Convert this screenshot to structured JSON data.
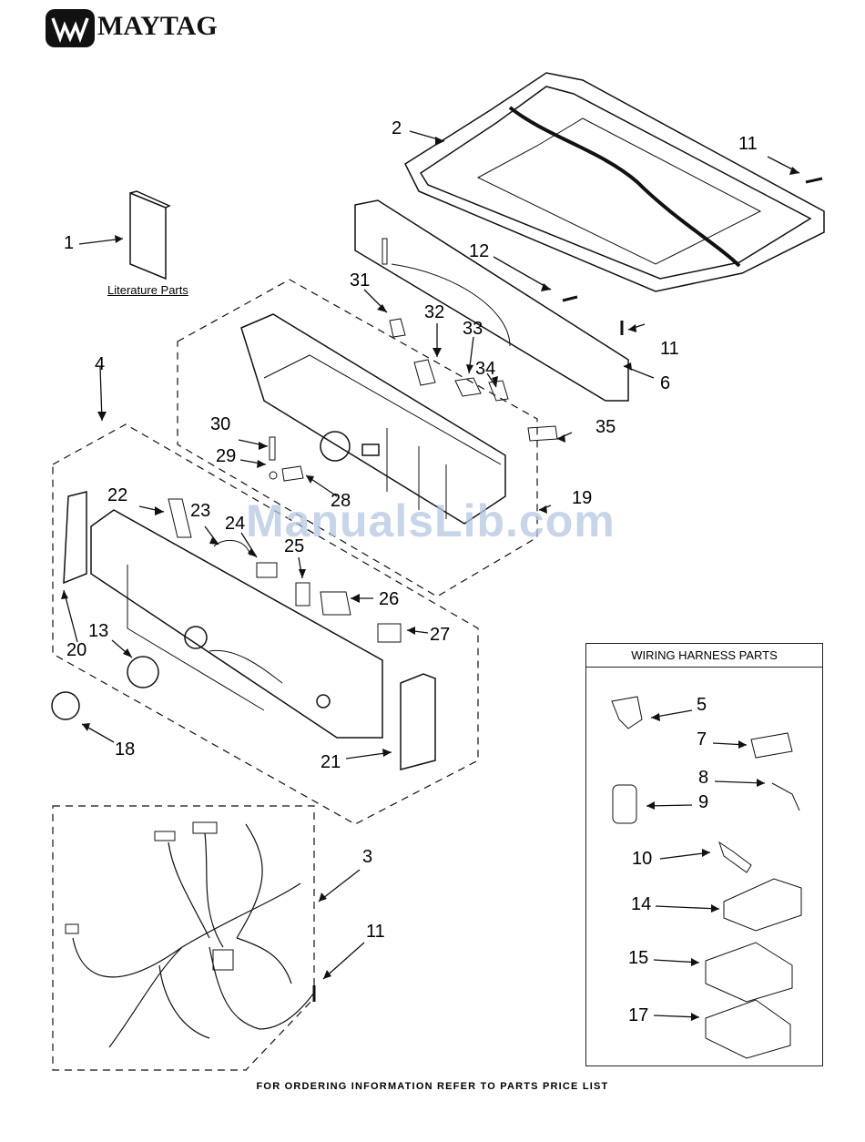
{
  "brand": {
    "name": "MAYTAG",
    "logo_icon": "maytag-m-logo-icon"
  },
  "literature_label": "Literature Parts",
  "harness_box": {
    "title": "WIRING HARNESS PARTS"
  },
  "callouts": {
    "c1": "1",
    "c2": "2",
    "c3": "3",
    "c4": "4",
    "c5": "5",
    "c6": "6",
    "c7": "7",
    "c8": "8",
    "c9": "9",
    "c10": "10",
    "c11a": "11",
    "c11b": "11",
    "c11c": "11",
    "c12": "12",
    "c13": "13",
    "c14": "14",
    "c15": "15",
    "c17": "17",
    "c18": "18",
    "c19": "19",
    "c20": "20",
    "c21": "21",
    "c22": "22",
    "c23": "23",
    "c24": "24",
    "c25": "25",
    "c26": "26",
    "c27": "27",
    "c28": "28",
    "c29": "29",
    "c30": "30",
    "c31": "31",
    "c32": "32",
    "c33": "33",
    "c34": "34",
    "c35": "35"
  },
  "footer": "FOR ORDERING INFORMATION REFER TO PARTS PRICE LIST",
  "watermark": "ManualsLib.com"
}
